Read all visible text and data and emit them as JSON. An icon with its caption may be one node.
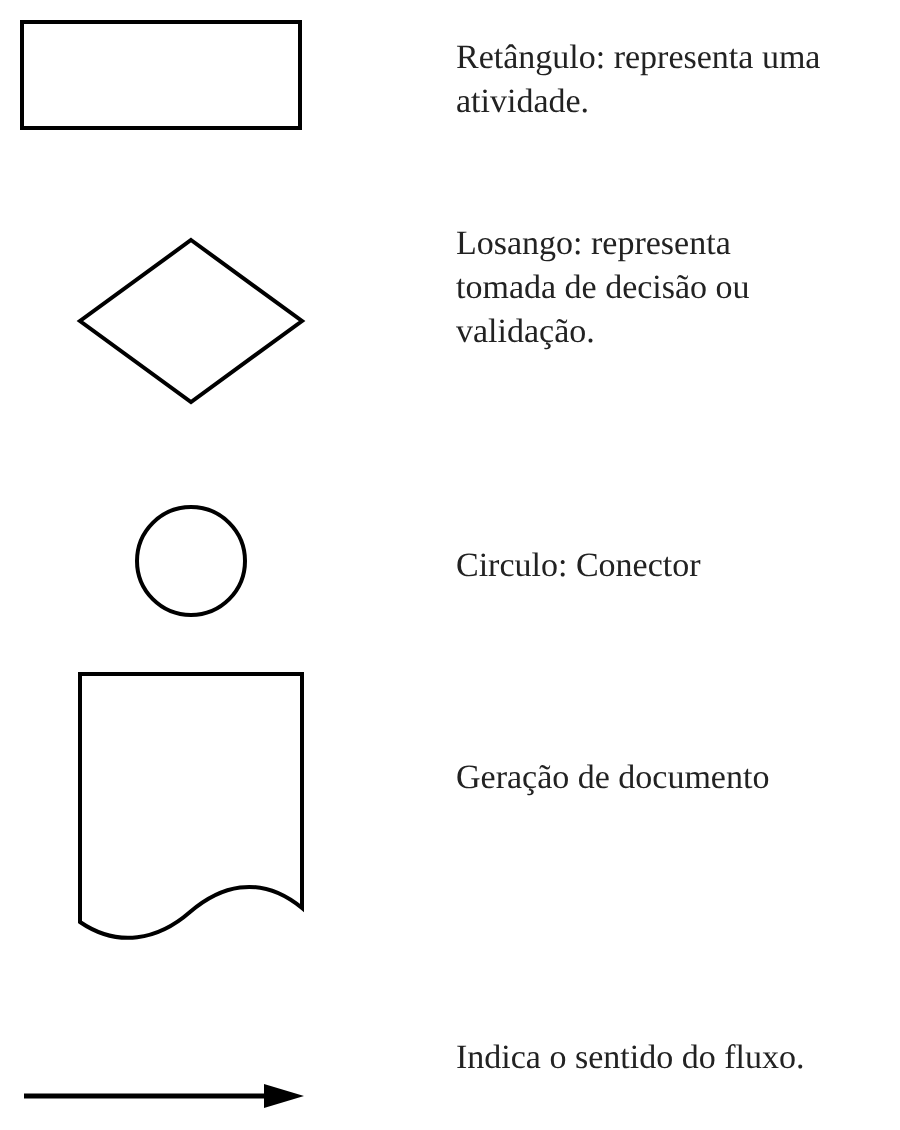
{
  "diagram": {
    "legend": [
      {
        "text": "Retângulo: representa uma atividade."
      },
      {
        "text": "Losango: representa tomada de decisão ou validação."
      },
      {
        "text": "Circulo: Conector"
      },
      {
        "text": "Geração de documento"
      },
      {
        "text": "Indica o sentido do fluxo."
      }
    ]
  }
}
